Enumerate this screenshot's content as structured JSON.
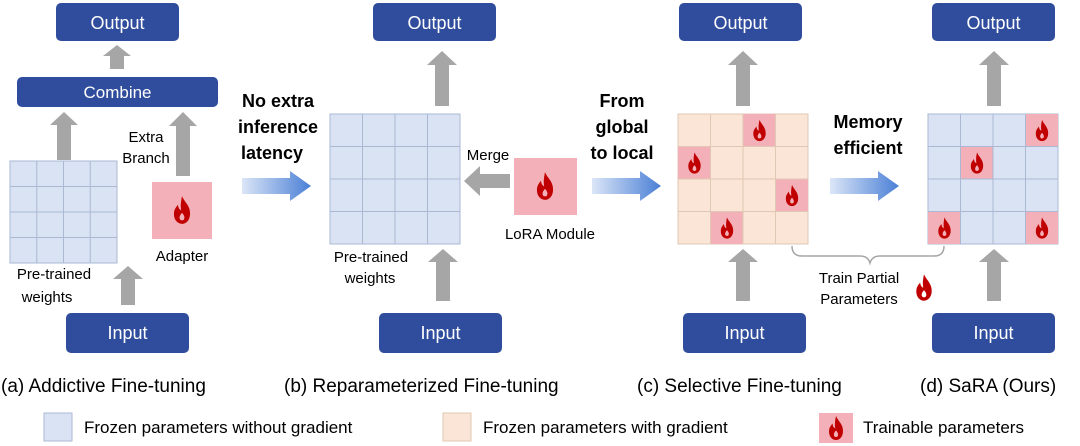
{
  "colors": {
    "navy": "#2f4c9d",
    "frozen_no_grad": "#dae3f3",
    "frozen_grad": "#fbe5d6",
    "trainable": "#f4b0b9",
    "arrow_gray": "#a6a6a6",
    "flame_red": "#c00000",
    "text": "#000000"
  },
  "icons": [
    "flame-icon",
    "up-arrow-icon",
    "right-arrow-icon",
    "left-arrow-icon",
    "curly-brace-icon"
  ],
  "panel_a": {
    "output": "Output",
    "combine": "Combine",
    "extra_branch_1": "Extra",
    "extra_branch_2": "Branch",
    "weights_1": "Pre-trained",
    "weights_2": "weights",
    "adapter": "Adapter",
    "input": "Input",
    "caption": "(a) Addictive Fine-tuning"
  },
  "transition_1": {
    "line1": "No extra",
    "line2": "inference",
    "line3": "latency"
  },
  "panel_b": {
    "output": "Output",
    "merge": "Merge",
    "weights_1": "Pre-trained",
    "weights_2": "weights",
    "lora": "LoRA Module",
    "input": "Input",
    "caption": "(b) Reparameterized Fine-tuning"
  },
  "transition_2": {
    "line1": "From",
    "line2": "global",
    "line3": "to local"
  },
  "panel_c": {
    "output": "Output",
    "input": "Input",
    "caption": "(c) Selective Fine-tuning"
  },
  "transition_3": {
    "line1": "Memory",
    "line2": "efficient"
  },
  "brace": {
    "line1": "Train Partial",
    "line2": "Parameters"
  },
  "panel_d": {
    "output": "Output",
    "input": "Input",
    "caption": "(d) SaRA (Ours)"
  },
  "legend": {
    "frozen_no_grad": "Frozen parameters without gradient",
    "frozen_grad": "Frozen parameters with gradient",
    "trainable": "Trainable parameters"
  }
}
